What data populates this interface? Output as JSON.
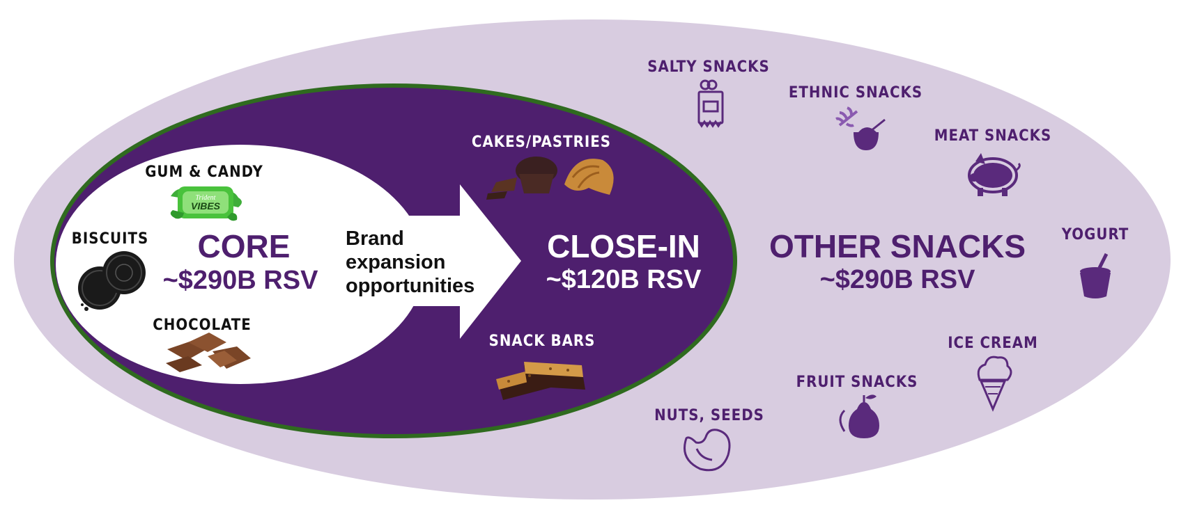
{
  "core": {
    "title": "CORE",
    "value": "~$290B RSV",
    "categories": {
      "gum_candy": "GUM & CANDY",
      "biscuits": "BISCUITS",
      "chocolate": "CHOCOLATE"
    },
    "gum_pack_brand": "Trident",
    "gum_pack_name": "VIBES"
  },
  "arrow": {
    "line1": "Brand",
    "line2": "expansion",
    "line3": "opportunities"
  },
  "close_in": {
    "title": "CLOSE-IN",
    "value": "~$120B RSV",
    "categories": {
      "cakes": "CAKES/PASTRIES",
      "snack_bars": "SNACK BARS"
    }
  },
  "other": {
    "title": "OTHER SNACKS",
    "value": "~$290B RSV",
    "categories": {
      "salty": "SALTY SNACKS",
      "ethnic": "ETHNIC SNACKS",
      "meat": "MEAT SNACKS",
      "yogurt": "YOGURT",
      "ice_cream": "ICE CREAM",
      "fruit": "FRUIT SNACKS",
      "nuts": "NUTS, SEEDS"
    }
  },
  "colors": {
    "outer_fill": "#d8cce0",
    "close_in_fill": "#4e1f6e",
    "close_in_border": "#2f6b1f",
    "core_fill": "#ffffff",
    "purple_text": "#4e1f6e",
    "icon": "#5a2a7c"
  }
}
